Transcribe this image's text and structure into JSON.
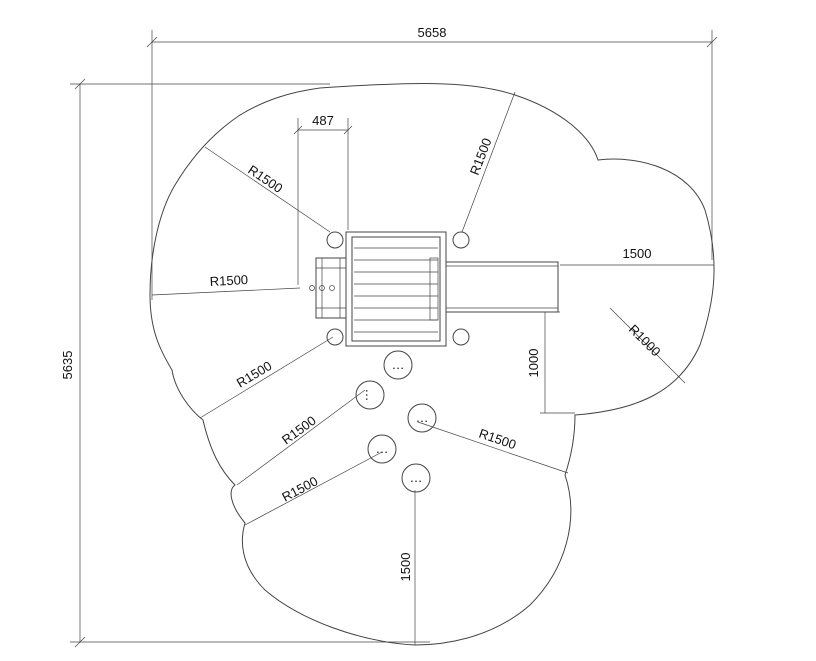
{
  "drawing": {
    "overall_width": "5658",
    "overall_height": "5635",
    "deck_post_gap": "487",
    "radius_labels": [
      "R1500",
      "R1500",
      "R1500",
      "R1500",
      "R1500",
      "R1500",
      "R1500",
      "R1000"
    ],
    "slide_zone": "1500",
    "side_clearance": "1000",
    "bottom_clearance": "1500",
    "stepping_posts_glyph": "…"
  }
}
